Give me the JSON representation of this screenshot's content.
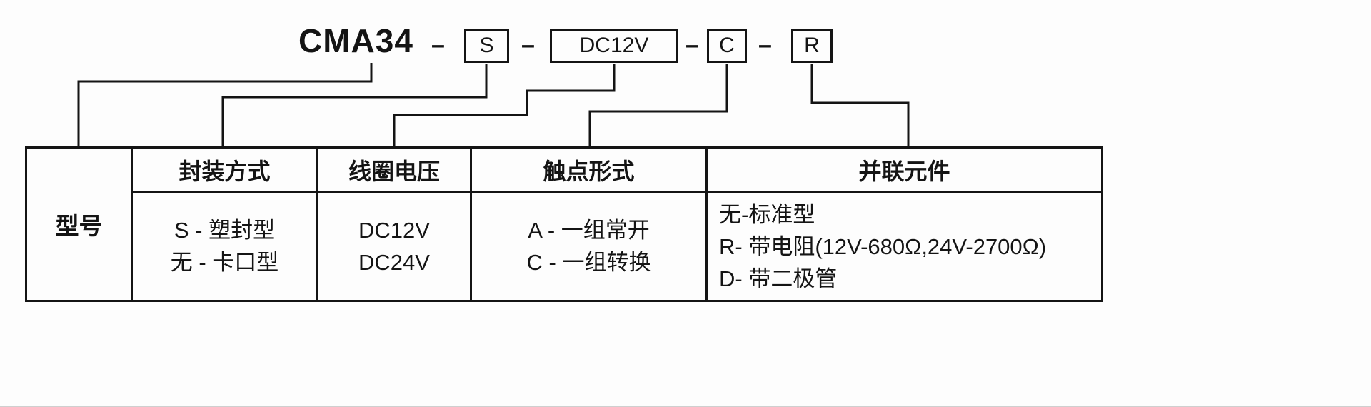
{
  "code": {
    "model": "CMA34",
    "separator": "–",
    "parts": [
      {
        "name": "package",
        "label": "S"
      },
      {
        "name": "coil-voltage",
        "label": "DC12V"
      },
      {
        "name": "contact-form",
        "label": "C"
      },
      {
        "name": "parallel-element",
        "label": "R"
      }
    ]
  },
  "table": {
    "model": {
      "header": "型号"
    },
    "columns": [
      {
        "name": "package",
        "header": "封装方式",
        "rows": [
          "S - 塑封型",
          "无 - 卡口型"
        ]
      },
      {
        "name": "coil-voltage",
        "header": "线圈电压",
        "rows": [
          "DC12V",
          "DC24V"
        ]
      },
      {
        "name": "contact-form",
        "header": "触点形式",
        "rows": [
          "A - 一组常开",
          "C - 一组转换"
        ]
      },
      {
        "name": "parallel-element",
        "header": "并联元件",
        "rows": [
          "无-标准型",
          "R- 带电阻(12V-680Ω,24V-2700Ω)",
          "D- 带二极管"
        ]
      }
    ]
  },
  "colors": {
    "ink": "#141414",
    "background": "#fdfdfd"
  }
}
